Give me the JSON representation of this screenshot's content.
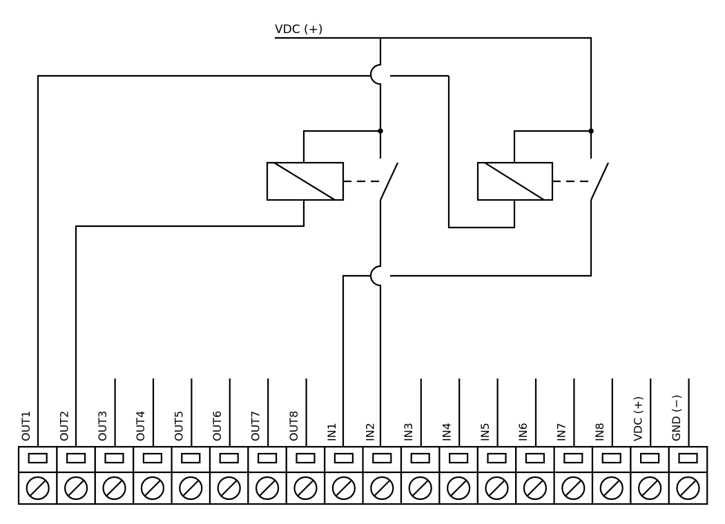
{
  "supply_label": "VDC (+)",
  "terminals": [
    {
      "label": "OUT1"
    },
    {
      "label": "OUT2"
    },
    {
      "label": "OUT3"
    },
    {
      "label": "OUT4"
    },
    {
      "label": "OUT5"
    },
    {
      "label": "OUT6"
    },
    {
      "label": "OUT7"
    },
    {
      "label": "OUT8"
    },
    {
      "label": "IN1"
    },
    {
      "label": "IN2"
    },
    {
      "label": "IN3"
    },
    {
      "label": "IN4"
    },
    {
      "label": "IN5"
    },
    {
      "label": "IN6"
    },
    {
      "label": "IN7"
    },
    {
      "label": "IN8"
    },
    {
      "label": "VDC (+)"
    },
    {
      "label": "GND (−)"
    }
  ]
}
